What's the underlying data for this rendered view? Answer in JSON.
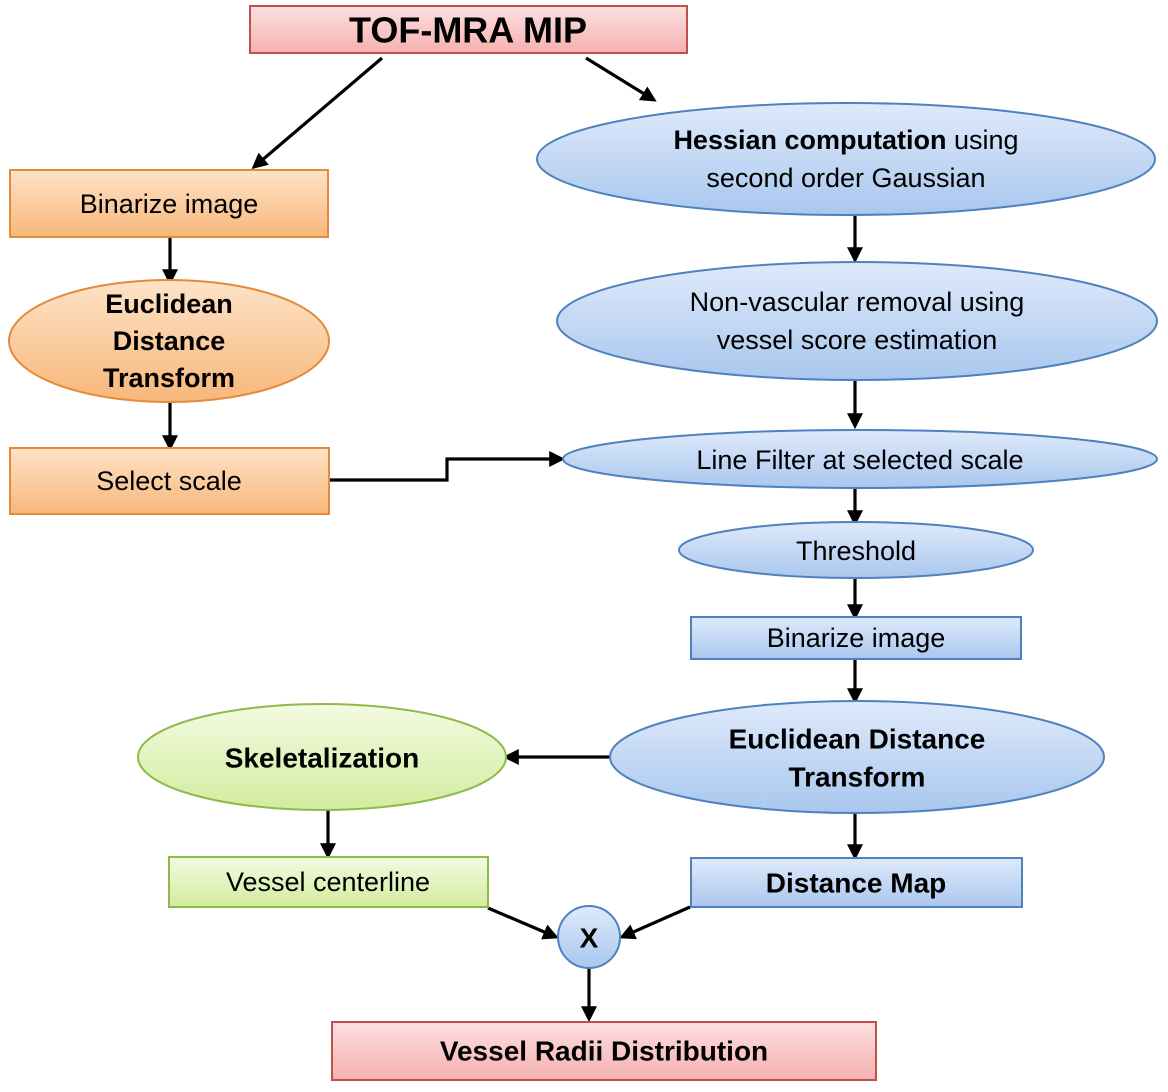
{
  "colors": {
    "red_fill": "#f8c4c4",
    "red_stroke": "#c0504d",
    "orange_fill": "#f9c89a",
    "orange_stroke": "#e38b3a",
    "blue_fill": "#bcd4f2",
    "blue_stroke": "#4f81bd",
    "green_fill": "#dff2b8",
    "green_stroke": "#8dbb4a"
  },
  "nodes": {
    "tof_mra_mip": {
      "label": "TOF-MRA MIP"
    },
    "left_binarize": {
      "label": "Binarize image"
    },
    "left_edt": {
      "lines": [
        "Euclidean",
        "Distance",
        "Transform"
      ]
    },
    "select_scale": {
      "label": "Select scale"
    },
    "hessian": {
      "bold": "Hessian computation",
      "rest": " using",
      "line2": "second order Gaussian"
    },
    "nonvascular": {
      "lines": [
        "Non-vascular removal using",
        "vessel score estimation"
      ]
    },
    "line_filter": {
      "label": "Line Filter at selected scale"
    },
    "threshold": {
      "label": "Threshold"
    },
    "right_binarize": {
      "label": "Binarize image"
    },
    "right_edt": {
      "lines": [
        "Euclidean Distance",
        "Transform"
      ]
    },
    "skeletalization": {
      "label": "Skeletalization"
    },
    "vessel_centerline": {
      "label": "Vessel centerline"
    },
    "distance_map": {
      "label": "Distance Map"
    },
    "multiply": {
      "label": "X"
    },
    "vessel_radii": {
      "label": "Vessel Radii Distribution"
    }
  }
}
